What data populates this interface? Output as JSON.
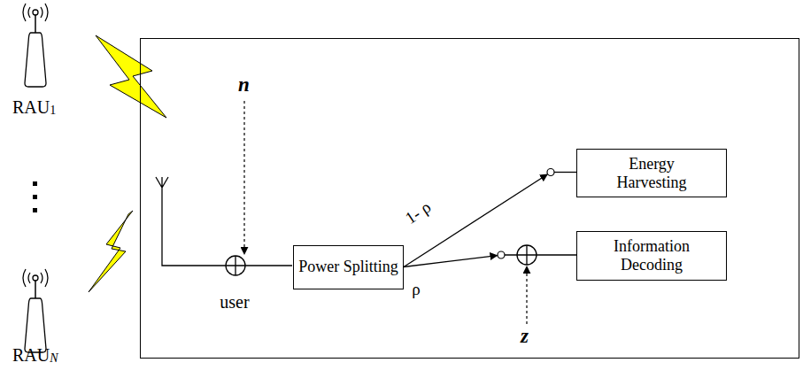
{
  "diagram": {
    "nodes": [
      {
        "text": [
          "user"
        ]
      },
      {
        "text": [
          "Power Splitting"
        ],
        "in": 0
      },
      {
        "text": [
          "Energy Harvesting"
        ],
        "in": 0
      },
      {
        "text": [
          "Information Decoding"
        ],
        "in": 0
      }
    ],
    "edges": [
      {
        "from": 1,
        "to": 2,
        "arrow": "to",
        "label": "1- ρ"
      },
      {
        "from": 1,
        "to": 3,
        "arrow": "to",
        "label": "ρ"
      }
    ],
    "labels": [
      "RAU",
      "1",
      "RAU",
      "N",
      "n",
      "z"
    ]
  }
}
